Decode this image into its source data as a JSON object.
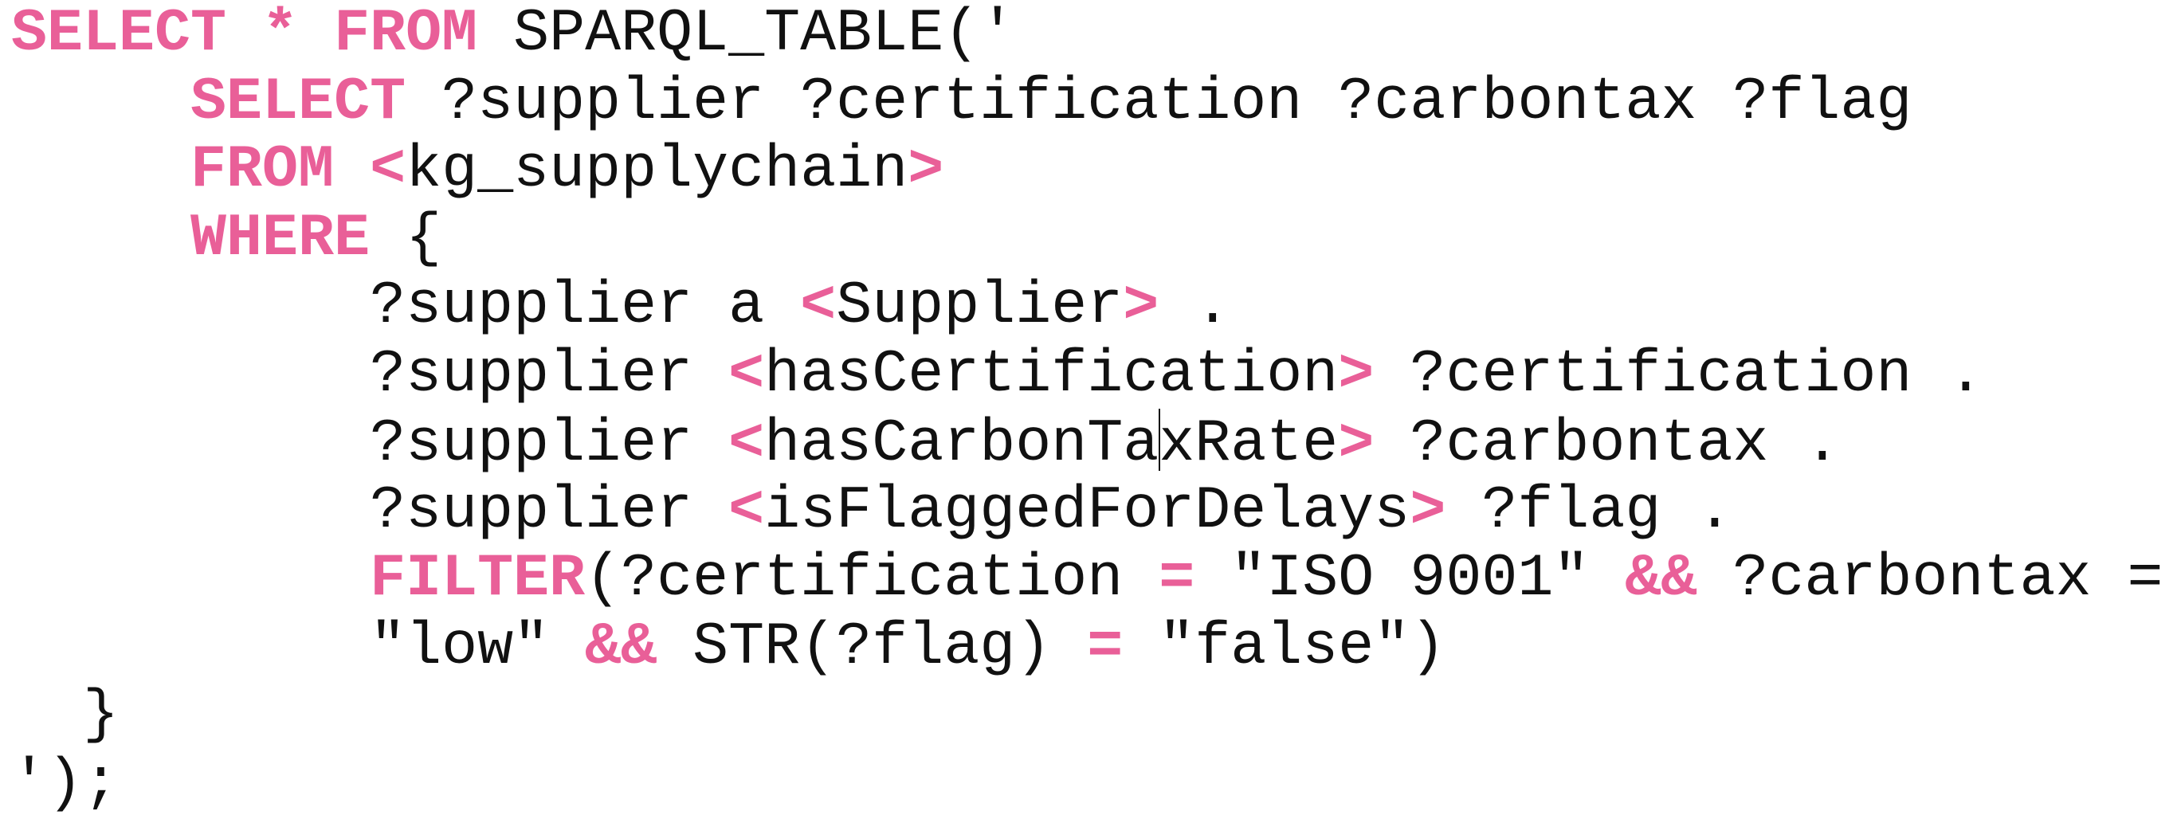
{
  "editor": {
    "accent_color": "#e95f98",
    "lines": [
      {
        "indent": 0,
        "segments": [
          {
            "t": "SELECT * FROM",
            "k": true
          },
          {
            "t": " SPARQL_TABLE('",
            "k": false
          }
        ]
      },
      {
        "indent": 5,
        "segments": [
          {
            "t": "SELECT",
            "k": true
          },
          {
            "t": " ?supplier ?certification ?carbontax ?flag",
            "k": false
          }
        ]
      },
      {
        "indent": 5,
        "segments": [
          {
            "t": "FROM",
            "k": true
          },
          {
            "t": " ",
            "k": false
          },
          {
            "t": "<",
            "k": true
          },
          {
            "t": "kg_supplychain",
            "k": false
          },
          {
            "t": ">",
            "k": true
          }
        ]
      },
      {
        "indent": 5,
        "segments": [
          {
            "t": "WHERE",
            "k": true
          },
          {
            "t": " {",
            "k": false
          }
        ]
      },
      {
        "indent": 10,
        "segments": [
          {
            "t": "?supplier a ",
            "k": false
          },
          {
            "t": "<",
            "k": true
          },
          {
            "t": "Supplier",
            "k": false
          },
          {
            "t": ">",
            "k": true
          },
          {
            "t": " .",
            "k": false
          }
        ]
      },
      {
        "indent": 10,
        "segments": [
          {
            "t": "?supplier ",
            "k": false
          },
          {
            "t": "<",
            "k": true
          },
          {
            "t": "hasCertification",
            "k": false
          },
          {
            "t": ">",
            "k": true
          },
          {
            "t": " ?certification .",
            "k": false
          }
        ]
      },
      {
        "indent": 10,
        "segments": [
          {
            "t": "?supplier ",
            "k": false
          },
          {
            "t": "<",
            "k": true
          },
          {
            "t": "hasCarbonTa",
            "k": false
          },
          {
            "t": "",
            "k": false,
            "caret": true
          },
          {
            "t": "xRate",
            "k": false
          },
          {
            "t": ">",
            "k": true
          },
          {
            "t": " ?carbontax .",
            "k": false
          }
        ]
      },
      {
        "indent": 10,
        "segments": [
          {
            "t": "?supplier ",
            "k": false
          },
          {
            "t": "<",
            "k": true
          },
          {
            "t": "isFlaggedForDelays",
            "k": false
          },
          {
            "t": ">",
            "k": true
          },
          {
            "t": " ?flag .",
            "k": false
          }
        ]
      },
      {
        "indent": 10,
        "segments": [
          {
            "t": "FILTER",
            "k": true
          },
          {
            "t": "(?certification ",
            "k": false
          },
          {
            "t": "=",
            "k": true
          },
          {
            "t": " \"ISO 9001\" ",
            "k": false
          },
          {
            "t": "&&",
            "k": true
          },
          {
            "t": " ?carbontax =",
            "k": false
          }
        ]
      },
      {
        "indent": 10,
        "segments": [
          {
            "t": "\"low\" ",
            "k": false
          },
          {
            "t": "&&",
            "k": true
          },
          {
            "t": " STR(?flag) ",
            "k": false
          },
          {
            "t": "=",
            "k": true
          },
          {
            "t": " \"false\")",
            "k": false
          }
        ]
      },
      {
        "indent": 2,
        "segments": [
          {
            "t": "}",
            "k": false
          }
        ]
      },
      {
        "indent": 0,
        "segments": [
          {
            "t": "');",
            "k": false
          }
        ]
      }
    ]
  }
}
